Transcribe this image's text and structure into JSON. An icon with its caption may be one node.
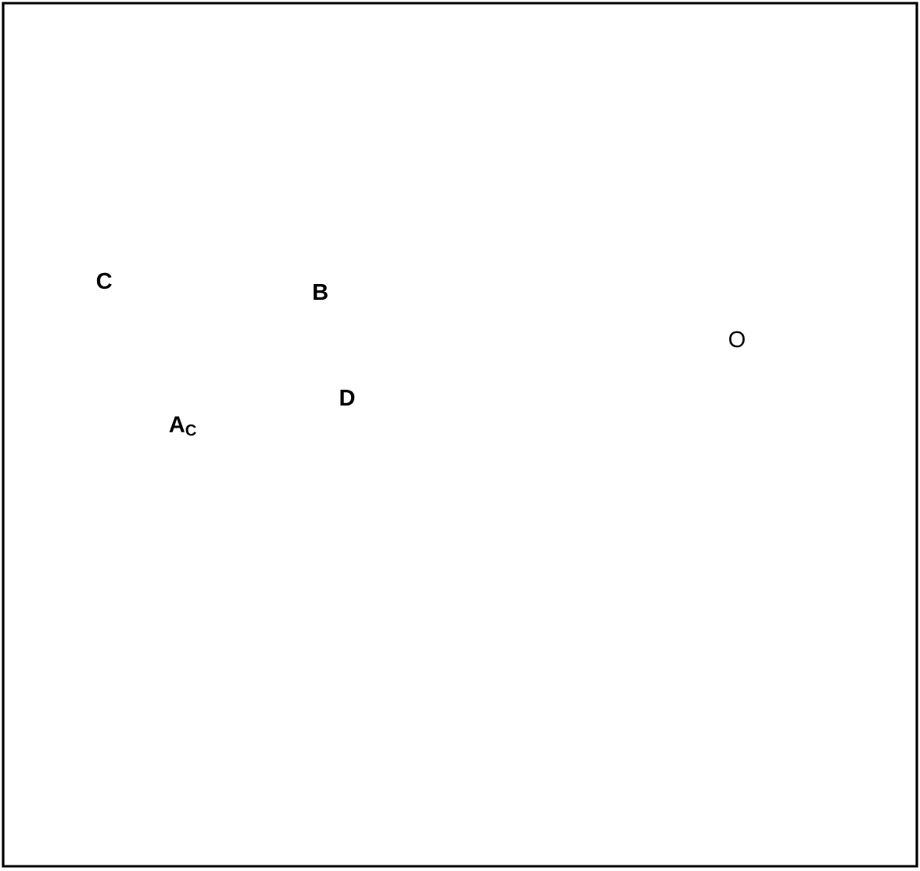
{
  "diagram": {
    "labels": [
      "C",
      "B",
      "O",
      "D",
      "A$_{C}$"
    ]
  }
}
